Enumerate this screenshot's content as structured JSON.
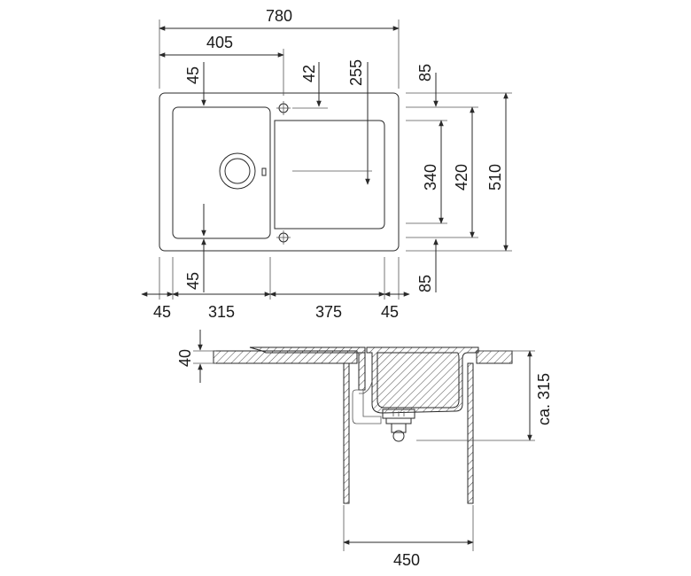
{
  "diagram": {
    "top_view": {
      "overall_width": "780",
      "bowl_area_width": "405",
      "bowl_top_offset": "45",
      "tap_hole_offset": "42",
      "drainer_offset": "255",
      "right_top_margin": "85",
      "right_bottom_margin": "85",
      "bowl_depth": "340",
      "drainer_depth": "420",
      "overall_depth": "510",
      "bowl_bottom_offset": "45",
      "bottom_left_margin": "45",
      "bottom_bowl_width": "315",
      "bottom_drainer_width": "375",
      "bottom_right_margin": "45"
    },
    "section_view": {
      "worktop_thickness": "40",
      "bowl_depth_label": "ca. 315",
      "cabinet_width": "450"
    }
  }
}
